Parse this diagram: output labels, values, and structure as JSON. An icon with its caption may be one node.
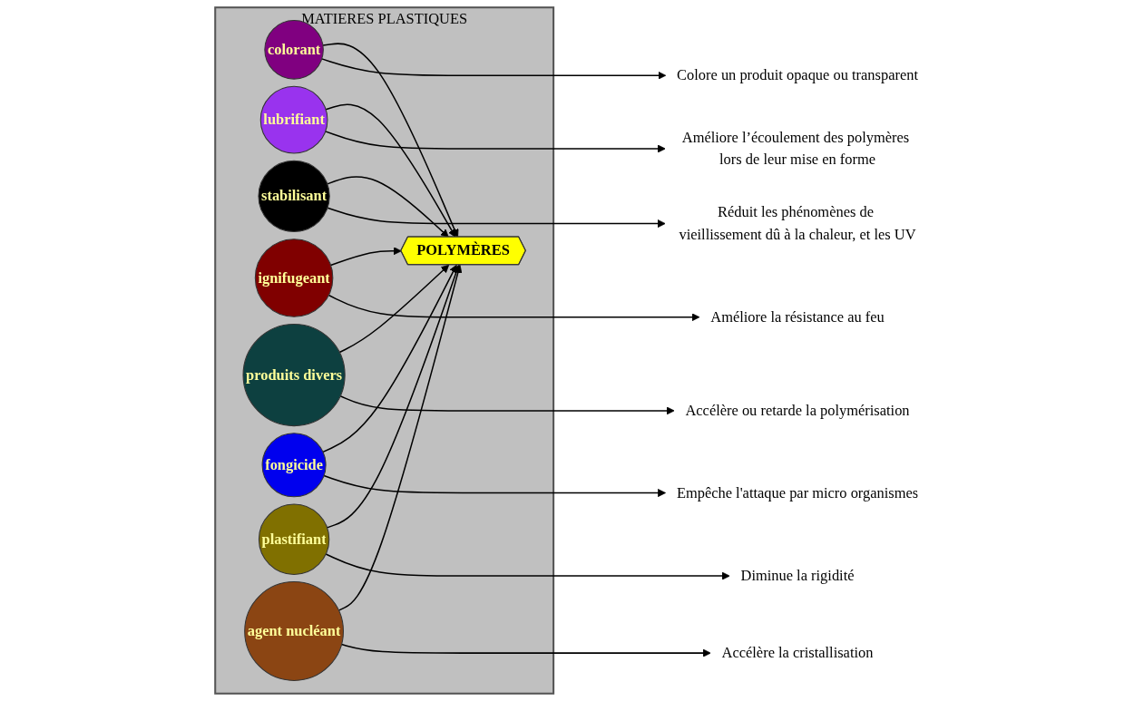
{
  "diagram": {
    "nodes": [
      {
        "text": [
          "MATIERES PLASTIQUES"
        ]
      },
      {
        "text": [
          "POLYMÈRES"
        ],
        "in": 0
      },
      {
        "text": [
          "colorant"
        ],
        "in": 0
      },
      {
        "text": [
          "lubrifiant"
        ],
        "in": 0
      },
      {
        "text": [
          "stabilisant"
        ],
        "in": 0
      },
      {
        "text": [
          "ignifugeant"
        ],
        "in": 0
      },
      {
        "text": [
          "produits divers"
        ],
        "in": 0
      },
      {
        "text": [
          "fongicide"
        ],
        "in": 0
      },
      {
        "text": [
          "plastifiant"
        ],
        "in": 0
      },
      {
        "text": [
          "agent nucléant"
        ],
        "in": 0
      },
      {
        "text": [
          "Colore un produit opaque ou transparent"
        ]
      },
      {
        "text": [
          "Améliore l’écoulement des polymères lors de leur mise en forme"
        ]
      },
      {
        "text": [
          "Réduit les phénomènes de vieillissement dû à la chaleur, et les UV"
        ]
      },
      {
        "text": [
          "Améliore la résistance au feu"
        ]
      },
      {
        "text": [
          "Accélère ou retarde la polymérisation"
        ]
      },
      {
        "text": [
          "Empêche l'attaque par micro organismes"
        ]
      },
      {
        "text": [
          "Diminue la rigidité"
        ]
      },
      {
        "text": [
          "Accélère la cristallisation"
        ]
      }
    ],
    "edges": [
      {
        "from": 2,
        "to": 1,
        "arrow": "to"
      },
      {
        "from": 3,
        "to": 1,
        "arrow": "to"
      },
      {
        "from": 4,
        "to": 1,
        "arrow": "to"
      },
      {
        "from": 5,
        "to": 1,
        "arrow": "to"
      },
      {
        "from": 6,
        "to": 1,
        "arrow": "to"
      },
      {
        "from": 7,
        "to": 1,
        "arrow": "to"
      },
      {
        "from": 8,
        "to": 1,
        "arrow": "to"
      },
      {
        "from": 9,
        "to": 1,
        "arrow": "to"
      },
      {
        "from": 2,
        "to": 10,
        "arrow": "to"
      },
      {
        "from": 3,
        "to": 11,
        "arrow": "to"
      },
      {
        "from": 4,
        "to": 12,
        "arrow": "to"
      },
      {
        "from": 5,
        "to": 13,
        "arrow": "to"
      },
      {
        "from": 6,
        "to": 14,
        "arrow": "to"
      },
      {
        "from": 7,
        "to": 15,
        "arrow": "to"
      },
      {
        "from": 8,
        "to": 16,
        "arrow": "to"
      },
      {
        "from": 9,
        "to": 17,
        "arrow": "to"
      }
    ]
  }
}
